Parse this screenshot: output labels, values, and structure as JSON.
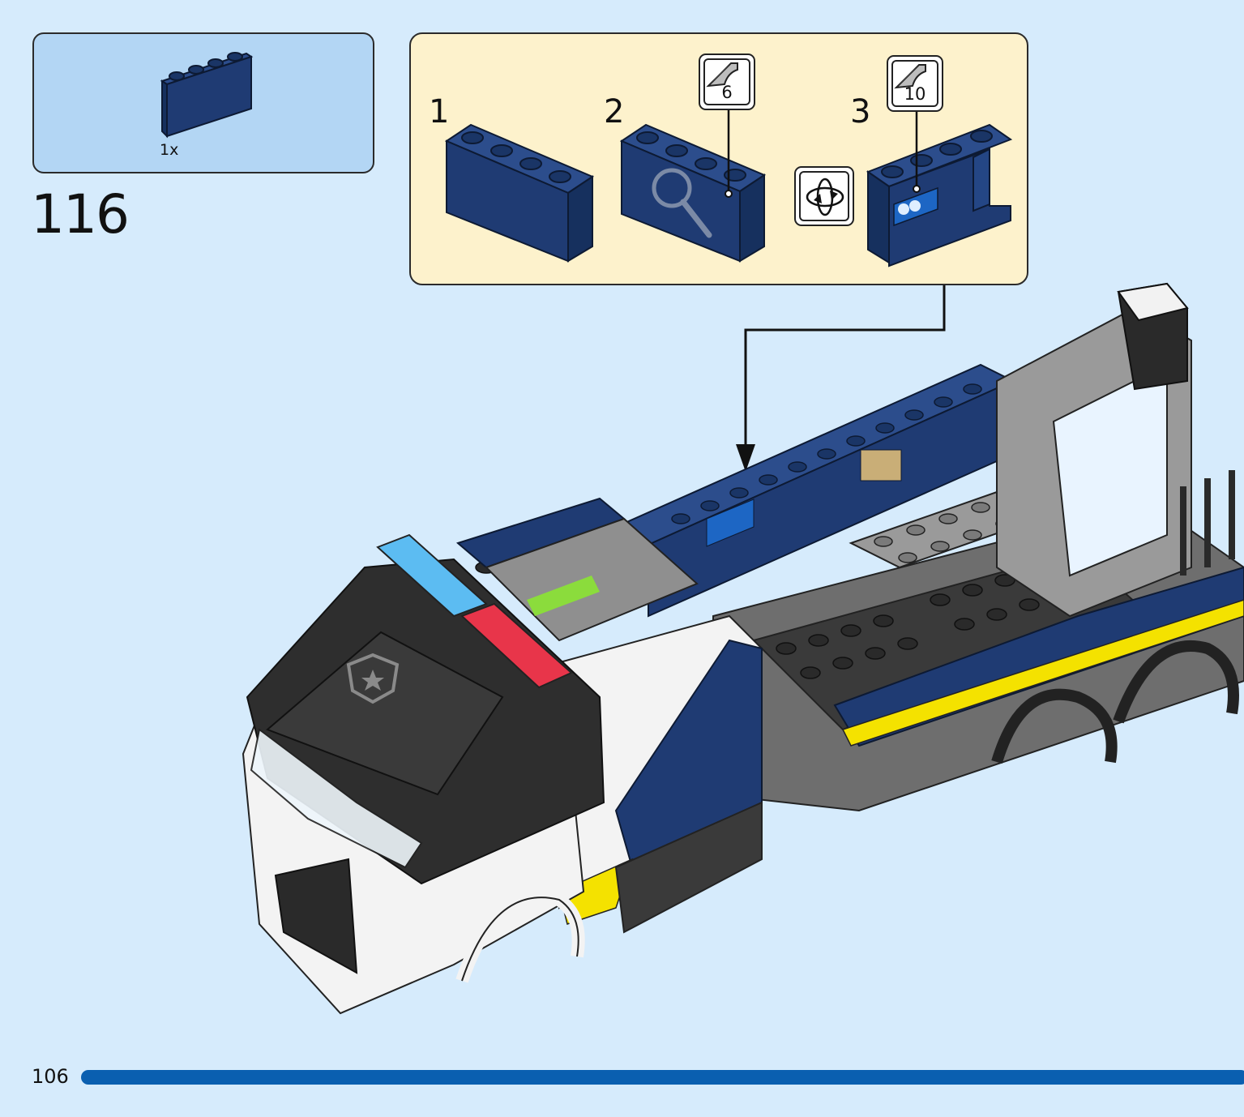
{
  "parts_list": {
    "quantity": "1x",
    "part_color": "#1f3b73"
  },
  "step": {
    "number": "116"
  },
  "substeps": [
    {
      "label": "1"
    },
    {
      "label": "2",
      "sticker": "6"
    },
    {
      "label": "3",
      "sticker": "10"
    }
  ],
  "footer": {
    "page_number": "106",
    "progress_color": "#0a5fb0"
  },
  "colors": {
    "background": "#d6ebfc",
    "parts_box": "#b3d6f4",
    "callout_box": "#fdf2cc",
    "brick_blue": "#1f3b73",
    "brick_black": "#2a2a2a",
    "brick_gray": "#9a9a9a",
    "brick_yellow": "#f4e200"
  },
  "icons": [
    "rotate-model-icon",
    "sticker-icon",
    "placement-arrow-icon"
  ]
}
